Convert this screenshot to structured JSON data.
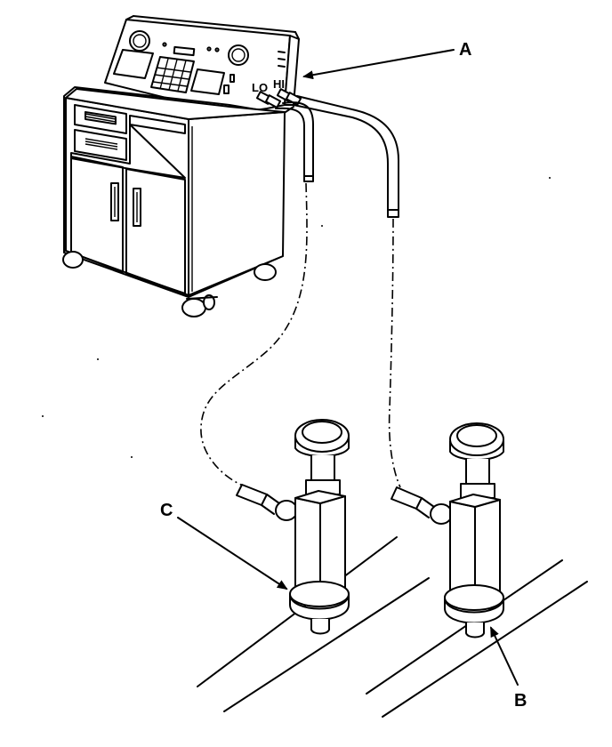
{
  "callouts": {
    "a": "A",
    "b": "B",
    "c": "C"
  },
  "ports": {
    "lo": "LO",
    "hi": "HI"
  }
}
